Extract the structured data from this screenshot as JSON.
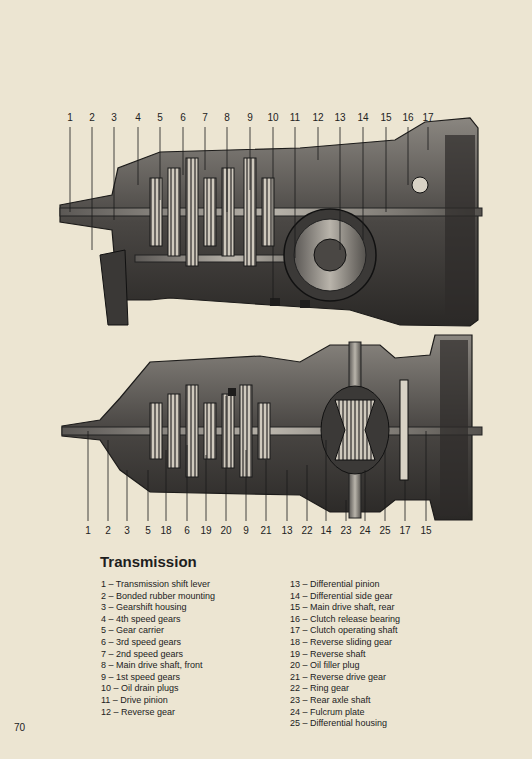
{
  "diagram": {
    "title": "Transmission",
    "labels": [
      "1",
      "2",
      "3",
      "4",
      "5",
      "6",
      "7",
      "8",
      "9",
      "10",
      "11",
      "12",
      "13",
      "14",
      "15",
      "16",
      "17",
      "1",
      "2",
      "3",
      "5",
      "18",
      "6",
      "19",
      "20",
      "9",
      "21",
      "13",
      "22",
      "14",
      "23",
      "24",
      "25",
      "17",
      "15",
      "1 – Transmission shift lever",
      "2 – Bonded rubber mounting",
      "3 – Gearshift housing",
      "4 – 4th speed gears",
      "5 – Gear carrier",
      "6 – 3rd speed gears",
      "7 – 2nd speed gears",
      "8 – Main drive shaft, front",
      "9 – 1st speed gears",
      "10 – Oil drain plugs",
      "11 – Drive pinion",
      "12 – Reverse gear",
      "13 – Differential pinion",
      "14 – Differential side gear",
      "15 – Main drive shaft, rear",
      "16 – Clutch release bearing",
      "17 – Clutch operating shaft",
      "18 – Reverse sliding gear",
      "19 – Reverse shaft",
      "20 – Oil filler plug",
      "21 – Reverse drive gear",
      "22 – Ring gear",
      "23 – Rear axle shaft",
      "24 – Fulcrum plate",
      "25 – Differential housing",
      "70"
    ]
  }
}
